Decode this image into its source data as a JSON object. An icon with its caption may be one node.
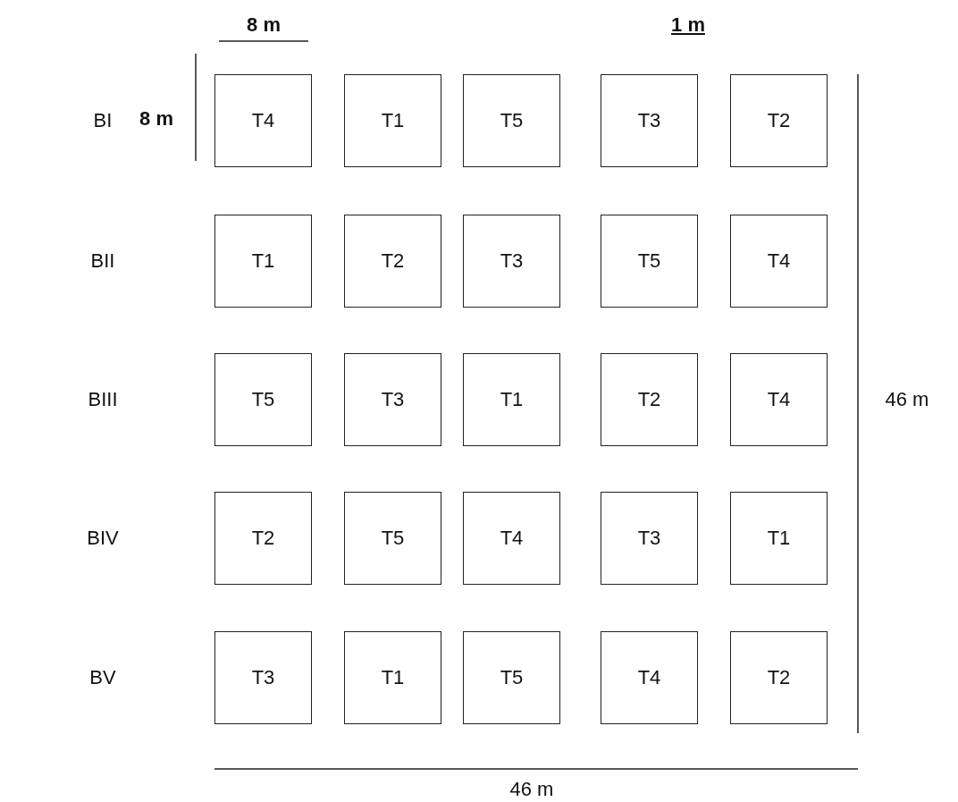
{
  "diagram": {
    "nodes": [
      {
        "text": [
          "T4"
        ]
      },
      {
        "text": [
          "T1"
        ]
      },
      {
        "text": [
          "T5"
        ]
      },
      {
        "text": [
          "T3"
        ]
      },
      {
        "text": [
          "T2"
        ]
      },
      {
        "text": [
          "T1"
        ]
      },
      {
        "text": [
          "T2"
        ]
      },
      {
        "text": [
          "T3"
        ]
      },
      {
        "text": [
          "T5"
        ]
      },
      {
        "text": [
          "T4"
        ]
      },
      {
        "text": [
          "T5"
        ]
      },
      {
        "text": [
          "T3"
        ]
      },
      {
        "text": [
          "T1"
        ]
      },
      {
        "text": [
          "T2"
        ]
      },
      {
        "text": [
          "T4"
        ]
      },
      {
        "text": [
          "T2"
        ]
      },
      {
        "text": [
          "T5"
        ]
      },
      {
        "text": [
          "T4"
        ]
      },
      {
        "text": [
          "T3"
        ]
      },
      {
        "text": [
          "T1"
        ]
      },
      {
        "text": [
          "T3"
        ]
      },
      {
        "text": [
          "T1"
        ]
      },
      {
        "text": [
          "T5"
        ]
      },
      {
        "text": [
          "T4"
        ]
      },
      {
        "text": [
          "T2"
        ]
      }
    ],
    "labels": [
      "8 m",
      "1 m",
      "BI",
      "8 m",
      "BII",
      "BIII",
      "46 m",
      "BIV",
      "BV",
      "46 m"
    ]
  }
}
